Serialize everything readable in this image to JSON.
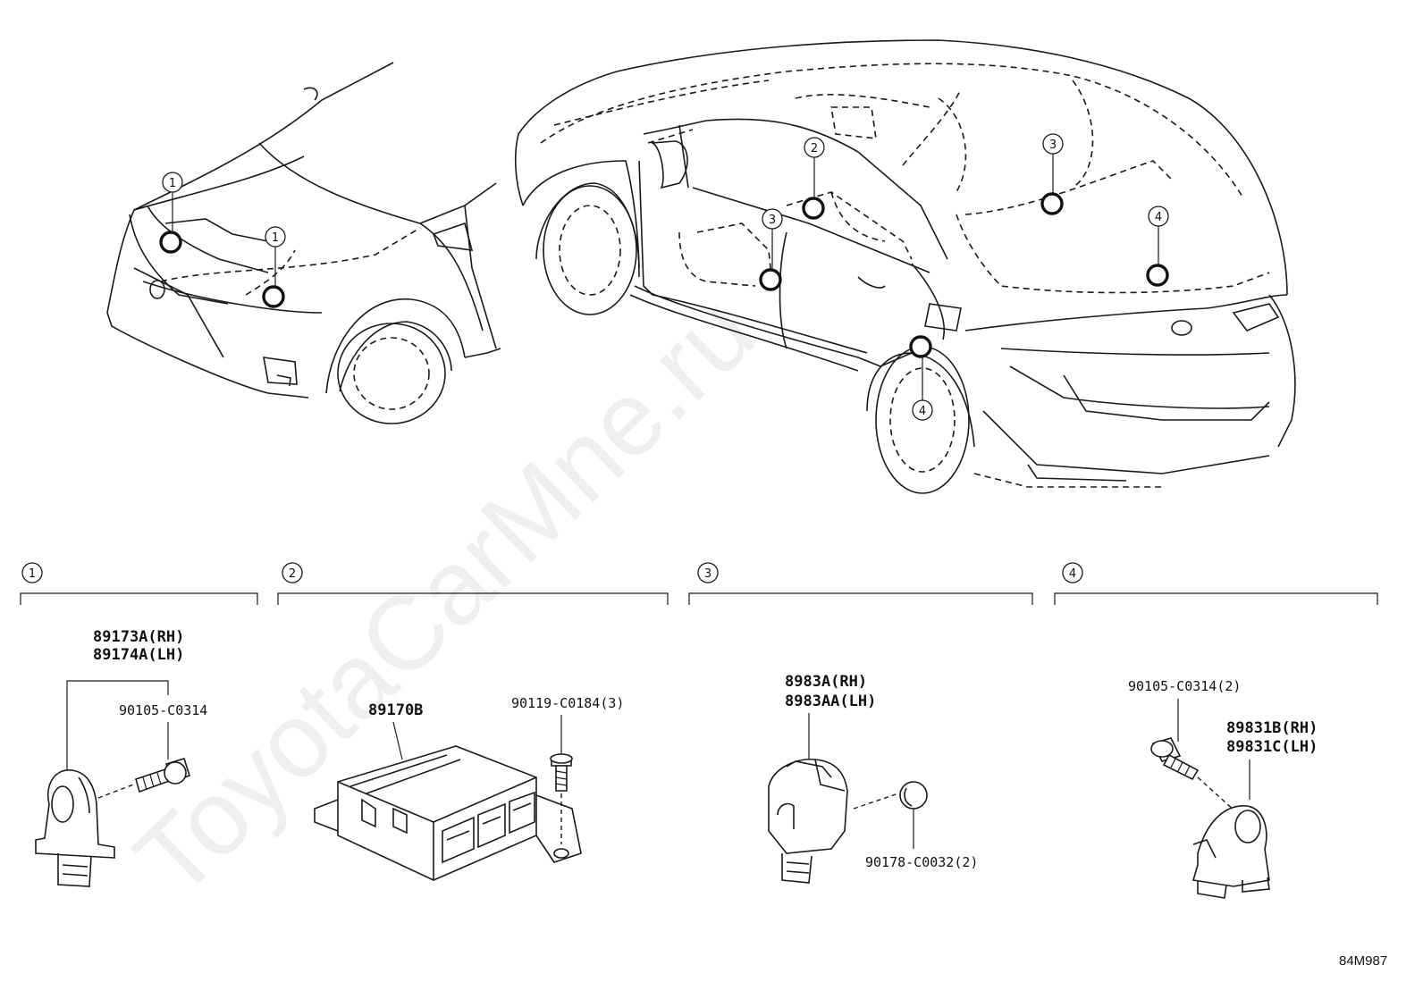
{
  "watermark": "ToyotaCarMne.ru",
  "diagram_code": "84M987",
  "location_callouts": [
    {
      "id": "loc-1a",
      "label": "1"
    },
    {
      "id": "loc-1b",
      "label": "1"
    },
    {
      "id": "loc-2",
      "label": "2"
    },
    {
      "id": "loc-3a",
      "label": "3"
    },
    {
      "id": "loc-3b",
      "label": "3"
    },
    {
      "id": "loc-4a",
      "label": "4"
    },
    {
      "id": "loc-4b",
      "label": "4"
    }
  ],
  "sections": [
    {
      "label": "1",
      "parts": [
        "89173A(RH)",
        "89174A(LH)",
        "90105-C0314"
      ]
    },
    {
      "label": "2",
      "parts": [
        "89170B",
        "90119-C0184(3)"
      ]
    },
    {
      "label": "3",
      "parts": [
        "8983A(RH)",
        "8983AA(LH)",
        "90178-C0032(2)"
      ]
    },
    {
      "label": "4",
      "parts": [
        "90105-C0314(2)",
        "89831B(RH)",
        "89831C(LH)"
      ]
    }
  ]
}
